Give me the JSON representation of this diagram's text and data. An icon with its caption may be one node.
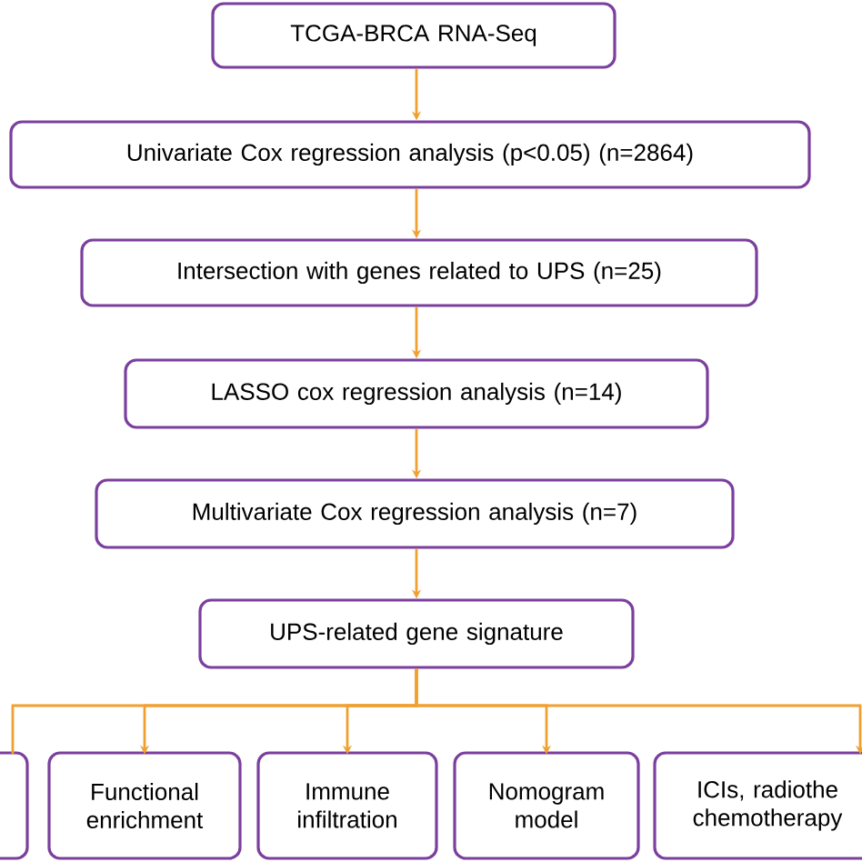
{
  "diagram": {
    "nodes": [
      {
        "text": [
          "TCGA-BRCA RNA-Seq"
        ]
      },
      {
        "text": [
          "Univariate Cox regression analysis (p<0.05) (n=2864)"
        ]
      },
      {
        "text": [
          "Intersection with genes related to UPS (n=25)"
        ]
      },
      {
        "text": [
          "LASSO cox regression analysis (n=14)"
        ]
      },
      {
        "text": [
          "Multivariate Cox regression analysis (n=7)"
        ]
      },
      {
        "text": [
          "UPS-related gene signature"
        ]
      },
      {
        "text": [],
        "shape": "box"
      },
      {
        "text": [
          "Functional enrichment"
        ]
      },
      {
        "text": [
          "Immune infiltration"
        ]
      },
      {
        "text": [
          "Nomogram model"
        ]
      },
      {
        "text": [
          "ICIs, radiothe chemotherapy"
        ]
      }
    ],
    "edges": [
      {
        "from": 0,
        "to": 1,
        "arrow": "to"
      },
      {
        "from": 1,
        "to": 2,
        "arrow": "to"
      },
      {
        "from": 2,
        "to": 3,
        "arrow": "to"
      },
      {
        "from": 3,
        "to": 4,
        "arrow": "to"
      },
      {
        "from": 4,
        "to": 5,
        "arrow": "to"
      },
      {
        "from": 5,
        "to": 6,
        "arrow": "none"
      },
      {
        "from": 5,
        "to": 7,
        "arrow": "to"
      },
      {
        "from": 5,
        "to": 8,
        "arrow": "to"
      },
      {
        "from": 5,
        "to": 9,
        "arrow": "to"
      },
      {
        "from": 5,
        "to": 10,
        "arrow": "to"
      }
    ]
  }
}
